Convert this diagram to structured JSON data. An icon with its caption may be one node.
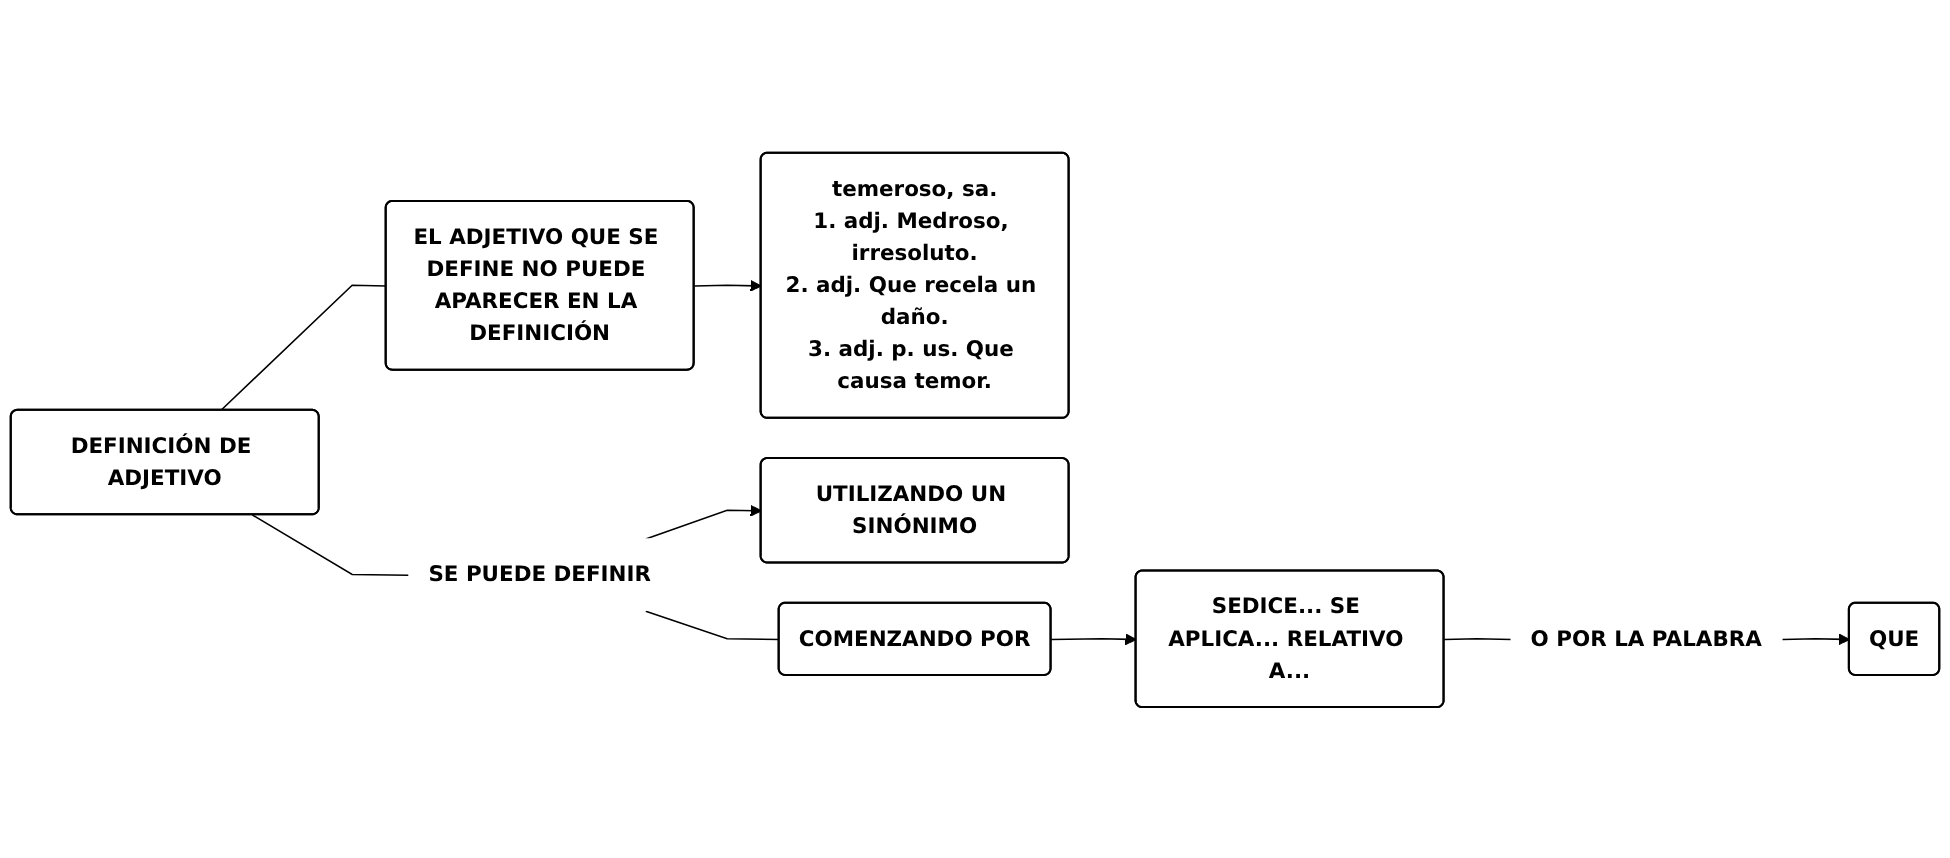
{
  "diagram": {
    "nodes": [
      {
        "text": [
          "DEFINICIÓN DE ADJETIVO"
        ]
      },
      {
        "text": [
          "EL ADJETIVO QUE SE DEFINE NO PUEDE APARECER EN LA DEFINICIÓN"
        ]
      },
      {
        "text": [
          "temeroso, sa.",
          "1. adj. Medroso, irresoluto.",
          "2. adj. Que recela un daño.",
          "3. adj. p. us. Que causa temor."
        ]
      },
      {
        "text": [
          "SE PUEDE DEFINIR"
        ]
      },
      {
        "text": [
          "UTILIZANDO UN SINÓNIMO"
        ]
      },
      {
        "text": [
          "COMENZANDO POR"
        ]
      },
      {
        "text": [
          "SEDICE... SE APLICA... RELATIVO A..."
        ]
      },
      {
        "text": [
          "O POR LA PALABRA"
        ]
      },
      {
        "text": [
          "QUE"
        ]
      }
    ],
    "edges": [
      {
        "from": 0,
        "to": 1,
        "arrow": "none"
      },
      {
        "from": 1,
        "to": 2,
        "arrow": "to"
      },
      {
        "from": 0,
        "to": 3,
        "arrow": "none"
      },
      {
        "from": 3,
        "to": 4,
        "arrow": "to"
      },
      {
        "from": 3,
        "to": 5,
        "arrow": "none"
      },
      {
        "from": 5,
        "to": 6,
        "arrow": "to"
      },
      {
        "from": 6,
        "to": 7,
        "arrow": "none"
      },
      {
        "from": 7,
        "to": 8,
        "arrow": "to"
      }
    ]
  }
}
